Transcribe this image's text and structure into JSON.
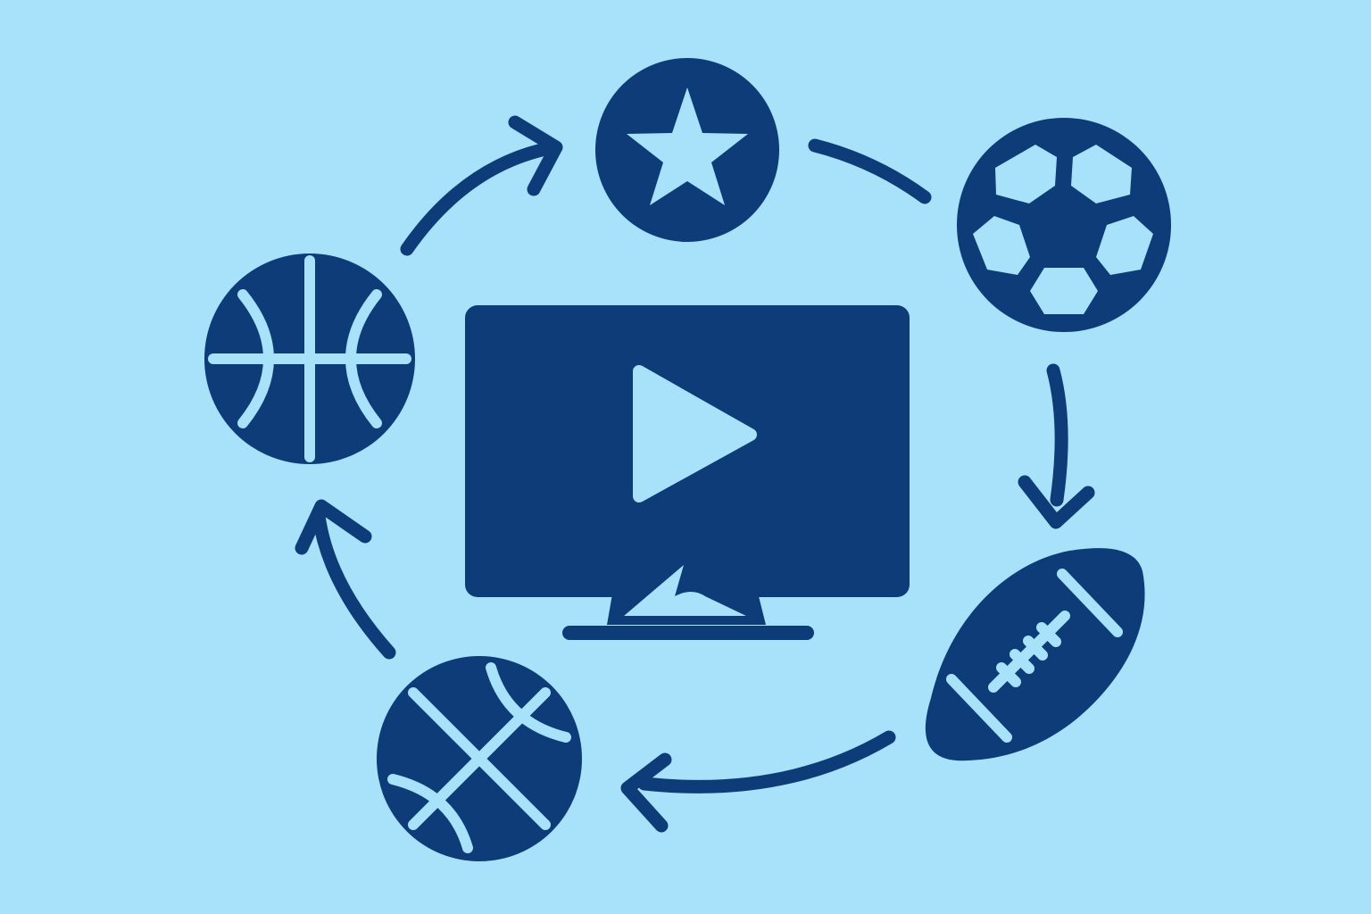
{
  "colors": {
    "background": "#a8e1fa",
    "primary": "#0d3c78"
  },
  "center": {
    "icon": "tv-play-icon"
  },
  "cycle": {
    "direction": "clockwise",
    "nodes": [
      {
        "id": "star",
        "icon": "star-icon"
      },
      {
        "id": "soccer",
        "icon": "soccer-ball-icon"
      },
      {
        "id": "football",
        "icon": "american-football-icon"
      },
      {
        "id": "basketball-bottom",
        "icon": "basketball-icon"
      },
      {
        "id": "basketball-left",
        "icon": "basketball-icon"
      }
    ],
    "connections": [
      {
        "from": "star",
        "to": "soccer",
        "arrowhead": false
      },
      {
        "from": "soccer",
        "to": "football",
        "arrowhead": true
      },
      {
        "from": "football",
        "to": "basketball-bottom",
        "arrowhead": true
      },
      {
        "from": "basketball-bottom",
        "to": "basketball-left",
        "arrowhead": true
      },
      {
        "from": "basketball-left",
        "to": "star",
        "arrowhead": true
      }
    ]
  }
}
